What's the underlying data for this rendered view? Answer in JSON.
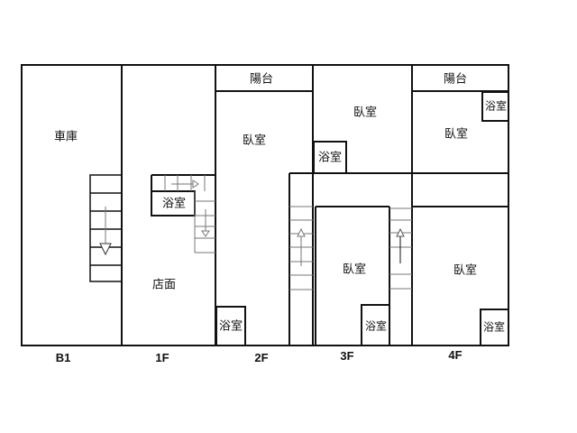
{
  "floors": [
    "B1",
    "1F",
    "2F",
    "3F",
    "4F"
  ],
  "rooms": {
    "garage": "車庫",
    "shop": "店面",
    "bath": "浴室",
    "bedroom": "臥室",
    "balcony": "陽台"
  },
  "colors": {
    "wall": "#111111",
    "stair": "#777777"
  }
}
